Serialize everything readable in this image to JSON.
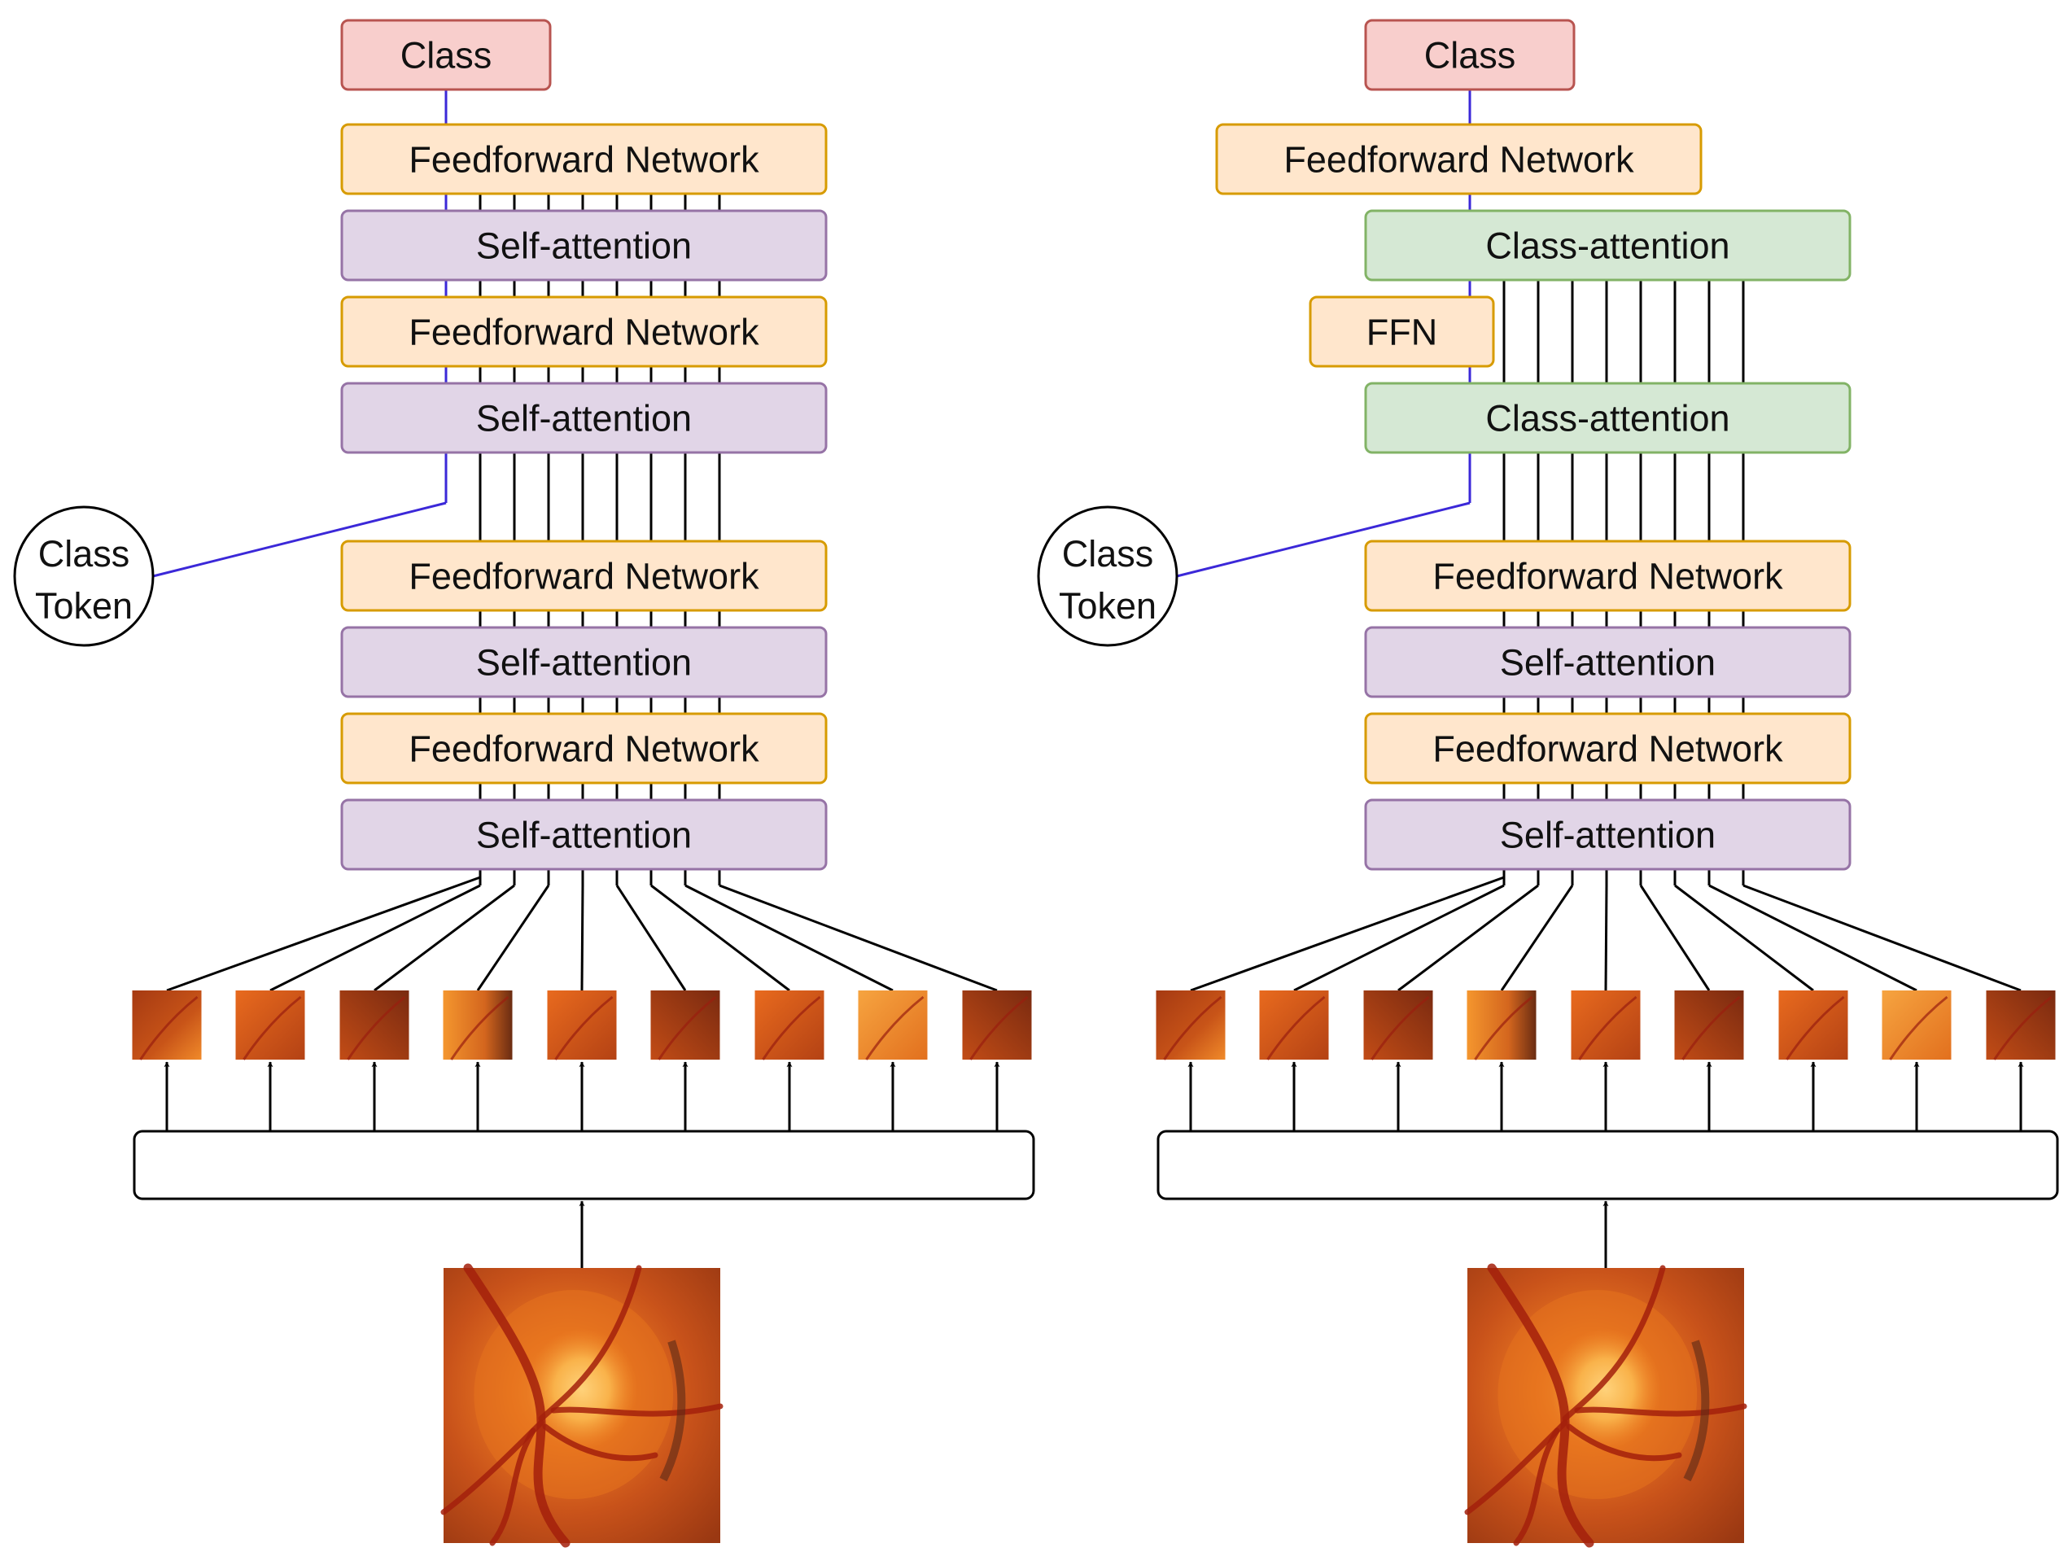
{
  "labels": {
    "class": "Class",
    "ffn_long": "Feedforward Network",
    "ffn_short": "FFN",
    "self_attention": "Self-attention",
    "class_attention": "Class-attention",
    "class_token_line1": "Class",
    "class_token_line2": "Token"
  },
  "colors": {
    "class_fill": "#f8cecc",
    "class_stroke": "#b85450",
    "ffn_fill": "#ffe6cc",
    "ffn_stroke": "#d79b00",
    "sa_fill": "#e1d5e7",
    "sa_stroke": "#9673a6",
    "ca_fill": "#d5e8d4",
    "ca_stroke": "#82b366",
    "class_path": "#3b28d8",
    "patch_light": "#e8741e",
    "patch_dark": "#8e2c10",
    "patch_mid": "#b84a16"
  },
  "diagrams": [
    {
      "name": "vit",
      "blocks_top_to_bottom": [
        "class",
        "ffn_long",
        "self_attention",
        "ffn_long",
        "self_attention",
        "ffn_long",
        "self_attention",
        "ffn_long",
        "self_attention"
      ],
      "patch_count": 9
    },
    {
      "name": "cait",
      "blocks_top_to_bottom": [
        "class",
        "ffn_long",
        "class_attention",
        "ffn_short",
        "class_attention",
        "ffn_long",
        "self_attention",
        "ffn_long",
        "self_attention"
      ],
      "patch_count": 9
    }
  ]
}
